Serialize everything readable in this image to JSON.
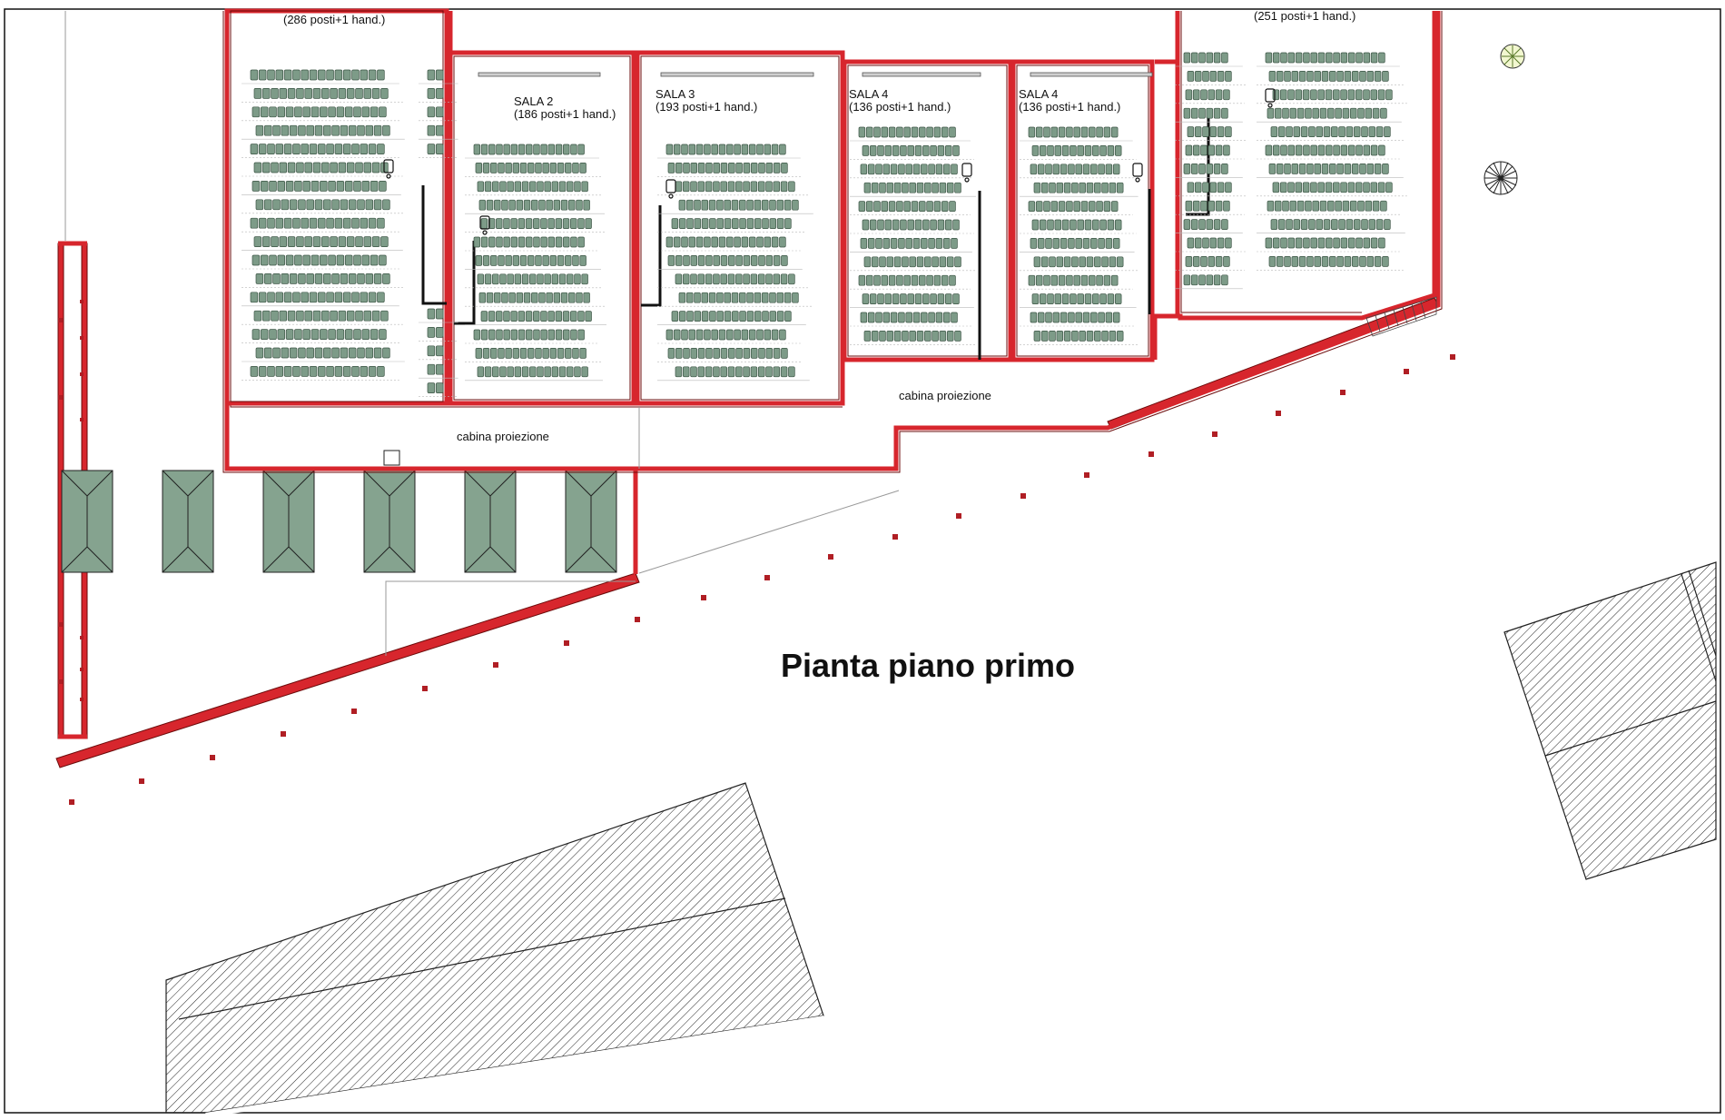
{
  "plan": {
    "title": "Pianta piano primo",
    "colors": {
      "wall": "#d7262d",
      "seat": "#7d9b88",
      "roof": "#85a38f",
      "hatch": "#222222"
    },
    "halls": [
      {
        "id": "sala1",
        "name": "",
        "capacity": "(286 posti+1 hand.)"
      },
      {
        "id": "sala2",
        "name": "SALA 2",
        "capacity": "(186 posti+1 hand.)"
      },
      {
        "id": "sala3",
        "name": "SALA 3",
        "capacity": "(193 posti+1 hand.)"
      },
      {
        "id": "sala4a",
        "name": "SALA 4",
        "capacity": "(136 posti+1 hand.)"
      },
      {
        "id": "sala4b",
        "name": "SALA 4",
        "capacity": "(136 posti+1 hand.)"
      },
      {
        "id": "sala6",
        "name": "",
        "capacity": "(251 posti+1 hand.)"
      }
    ],
    "booths": [
      {
        "id": "booth-left",
        "label": "cabina proiezione"
      },
      {
        "id": "booth-right",
        "label": "cabina proiezione"
      }
    ],
    "icons": [
      "tree-icon",
      "tree-icon",
      "accessible-seat-icon",
      "stair-icon",
      "skylight-roof-icon"
    ]
  }
}
